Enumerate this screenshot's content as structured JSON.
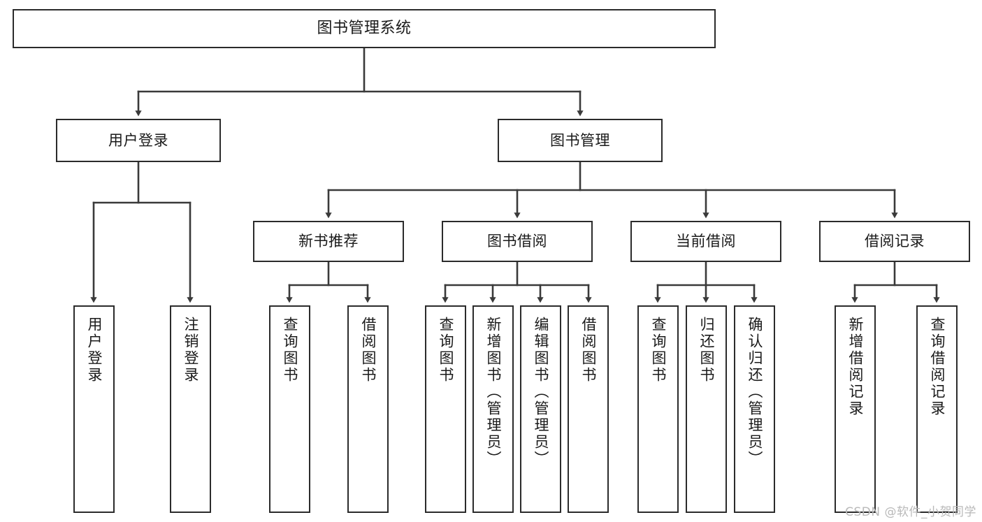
{
  "diagram": {
    "title": "图书管理系统",
    "type": "tree-hierarchy",
    "watermark": "CSDN @软件_小贺同学",
    "colors": {
      "box_border": "#2b2b2b",
      "box_fill": "#ffffff",
      "connector": "#3a3a3a",
      "text": "#1a1a1a",
      "watermark": "#b9b9b9"
    },
    "root": {
      "label": "图书管理系统"
    },
    "level2": [
      {
        "label": "用户登录"
      },
      {
        "label": "图书管理"
      }
    ],
    "level3": [
      {
        "label": "新书推荐"
      },
      {
        "label": "图书借阅"
      },
      {
        "label": "当前借阅"
      },
      {
        "label": "借阅记录"
      }
    ],
    "leaves_user_login": [
      {
        "label": "用户登录"
      },
      {
        "label": "注销登录"
      }
    ],
    "leaves_new_books": [
      {
        "label": "查询图书"
      },
      {
        "label": "借阅图书"
      }
    ],
    "leaves_borrow": [
      {
        "label": "查询图书"
      },
      {
        "label": "新增图书（管理员）"
      },
      {
        "label": "编辑图书（管理员）"
      },
      {
        "label": "借阅图书"
      }
    ],
    "leaves_current": [
      {
        "label": "查询图书"
      },
      {
        "label": "归还图书"
      },
      {
        "label": "确认归还（管理员）"
      }
    ],
    "leaves_records": [
      {
        "label": "新增借阅记录"
      },
      {
        "label": "查询借阅记录"
      }
    ]
  }
}
